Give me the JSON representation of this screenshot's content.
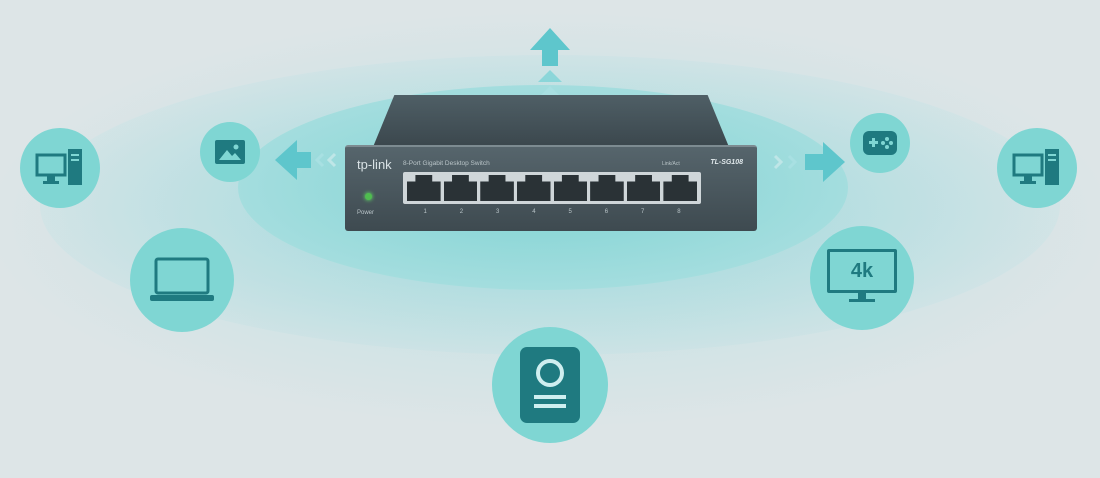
{
  "switch": {
    "brand": "tp-link",
    "description": "8-Port Gigabit Desktop Switch",
    "model": "TL-SG108",
    "link_label": "Link/Act",
    "power_label": "Power",
    "port_numbers": [
      "1",
      "2",
      "3",
      "4",
      "5",
      "6",
      "7",
      "8"
    ]
  },
  "devices": {
    "monitor_label": "4k"
  },
  "colors": {
    "background": "#dde5e7",
    "accent": "#7fd6d3",
    "icon": "#1f7a80",
    "arrow": "#5ec6cc"
  }
}
